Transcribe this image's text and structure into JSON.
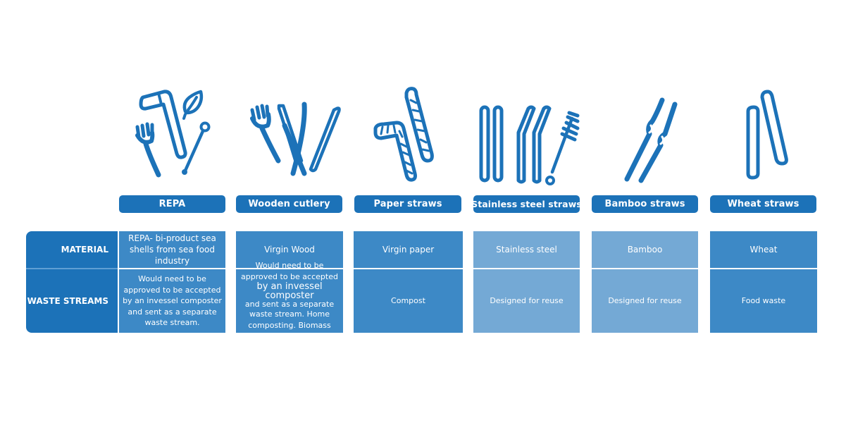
{
  "colors": {
    "accent": "#1c72b8",
    "cell_dark": "#3d89c6",
    "cell_light": "#74a9d5",
    "icon_stroke": "#1c72b8"
  },
  "row_headers": {
    "material": "MATERIAL",
    "waste_streams": "WASTE STREAMS"
  },
  "columns": [
    {
      "label": "REPA",
      "icon": "repa-cutlery-straw-stirrer-leaf-icon",
      "material": "REPA- bi-product sea shells from sea food industry",
      "waste_streams": "Would need to be approved to be accepted by an invessel composter and sent as a separate waste stream.",
      "shade": "dark"
    },
    {
      "label": "Wooden cutlery",
      "icon": "wooden-fork-knife-stirrer-icon",
      "material": "Virgin Wood",
      "waste_streams_lines": [
        "Would need to be",
        "approved to be accepted",
        "by an invessel composter",
        "and sent as a separate",
        "waste stream. Home",
        "composting. Biomass boiler"
      ],
      "shade": "dark"
    },
    {
      "label": "Paper straws",
      "icon": "paper-straws-icon",
      "material": "Virgin paper",
      "waste_streams": "Compost",
      "shade": "dark"
    },
    {
      "label": "Stainless steel straws",
      "icon": "steel-straws-brush-icon",
      "material": "Stainless steel",
      "waste_streams": "Designed for reuse",
      "shade": "light"
    },
    {
      "label": "Bamboo straws",
      "icon": "bamboo-straws-icon",
      "material": "Bamboo",
      "waste_streams": "Designed for reuse",
      "shade": "light"
    },
    {
      "label": "Wheat straws",
      "icon": "wheat-straws-icon",
      "material": "Wheat",
      "waste_streams": "Food waste",
      "shade": "dark"
    }
  ]
}
